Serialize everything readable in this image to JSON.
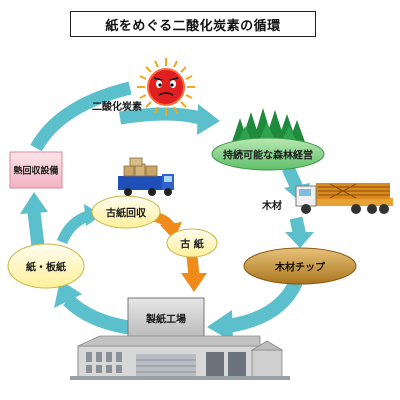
{
  "title": "紙をめぐる二酸化炭素の循環",
  "nodes": {
    "co2": "二酸化炭素",
    "forest": "持続可能な森林経営",
    "wood": "木材",
    "chip": "木材チップ",
    "mill": "製紙工場",
    "paper": "紙・板紙",
    "heat": "熱回収設備",
    "collect": "古紙回収",
    "oldpaper": "古 紙"
  },
  "colors": {
    "cycle_arrow": "#5bbfcc",
    "recycle_arrow": "#f08a1a",
    "pink_box": "#f6c6d0",
    "yellow_oval": "#fff6a8",
    "forest_oval": "#7fcf86",
    "chip_oval": "#b8862a",
    "sun": "#e02020"
  }
}
